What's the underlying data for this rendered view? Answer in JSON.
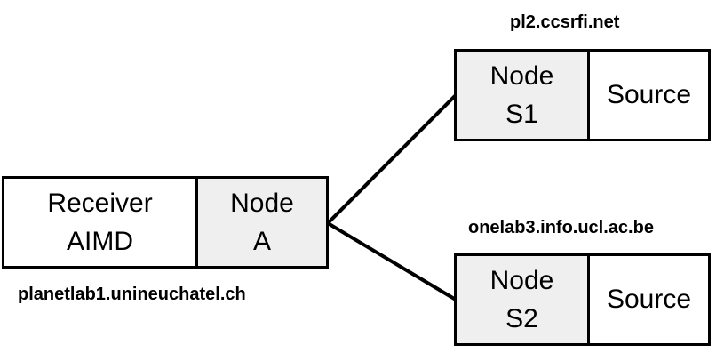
{
  "receiver": {
    "role_line1": "Receiver",
    "role_line2": "AIMD",
    "node_line1": "Node",
    "node_line2": "A",
    "hostname": "planetlab1.unineuchatel.ch"
  },
  "source1": {
    "node_line1": "Node",
    "node_line2": "S1",
    "role": "Source",
    "hostname": "pl2.ccsrfi.net"
  },
  "source2": {
    "node_line1": "Node",
    "node_line2": "S2",
    "role": "Source",
    "hostname": "onelab3.info.ucl.ac.be"
  }
}
